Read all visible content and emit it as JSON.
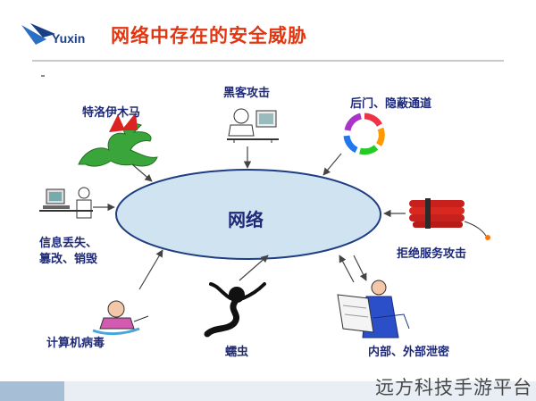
{
  "header": {
    "logo_text": "Yuxin",
    "title": "网络中存在的安全威胁"
  },
  "diagram": {
    "center": "网络",
    "threats": {
      "trojan": "特洛伊木马",
      "hacker": "黑客攻击",
      "backdoor": "后门、隐蔽通道",
      "info_loss_line1": "信息丢失、",
      "info_loss_line2": "篡改、销毁",
      "dos": "拒绝服务攻击",
      "virus": "计算机病毒",
      "worm": "蠕虫",
      "leak": "内部、外部泄密"
    }
  },
  "footer": {
    "watermark": "远方科技手游平台"
  },
  "colors": {
    "title": "#e3350f",
    "label": "#1e2a78",
    "ellipse_fill": "#cfe3f1",
    "ellipse_stroke": "#1f3d82"
  }
}
